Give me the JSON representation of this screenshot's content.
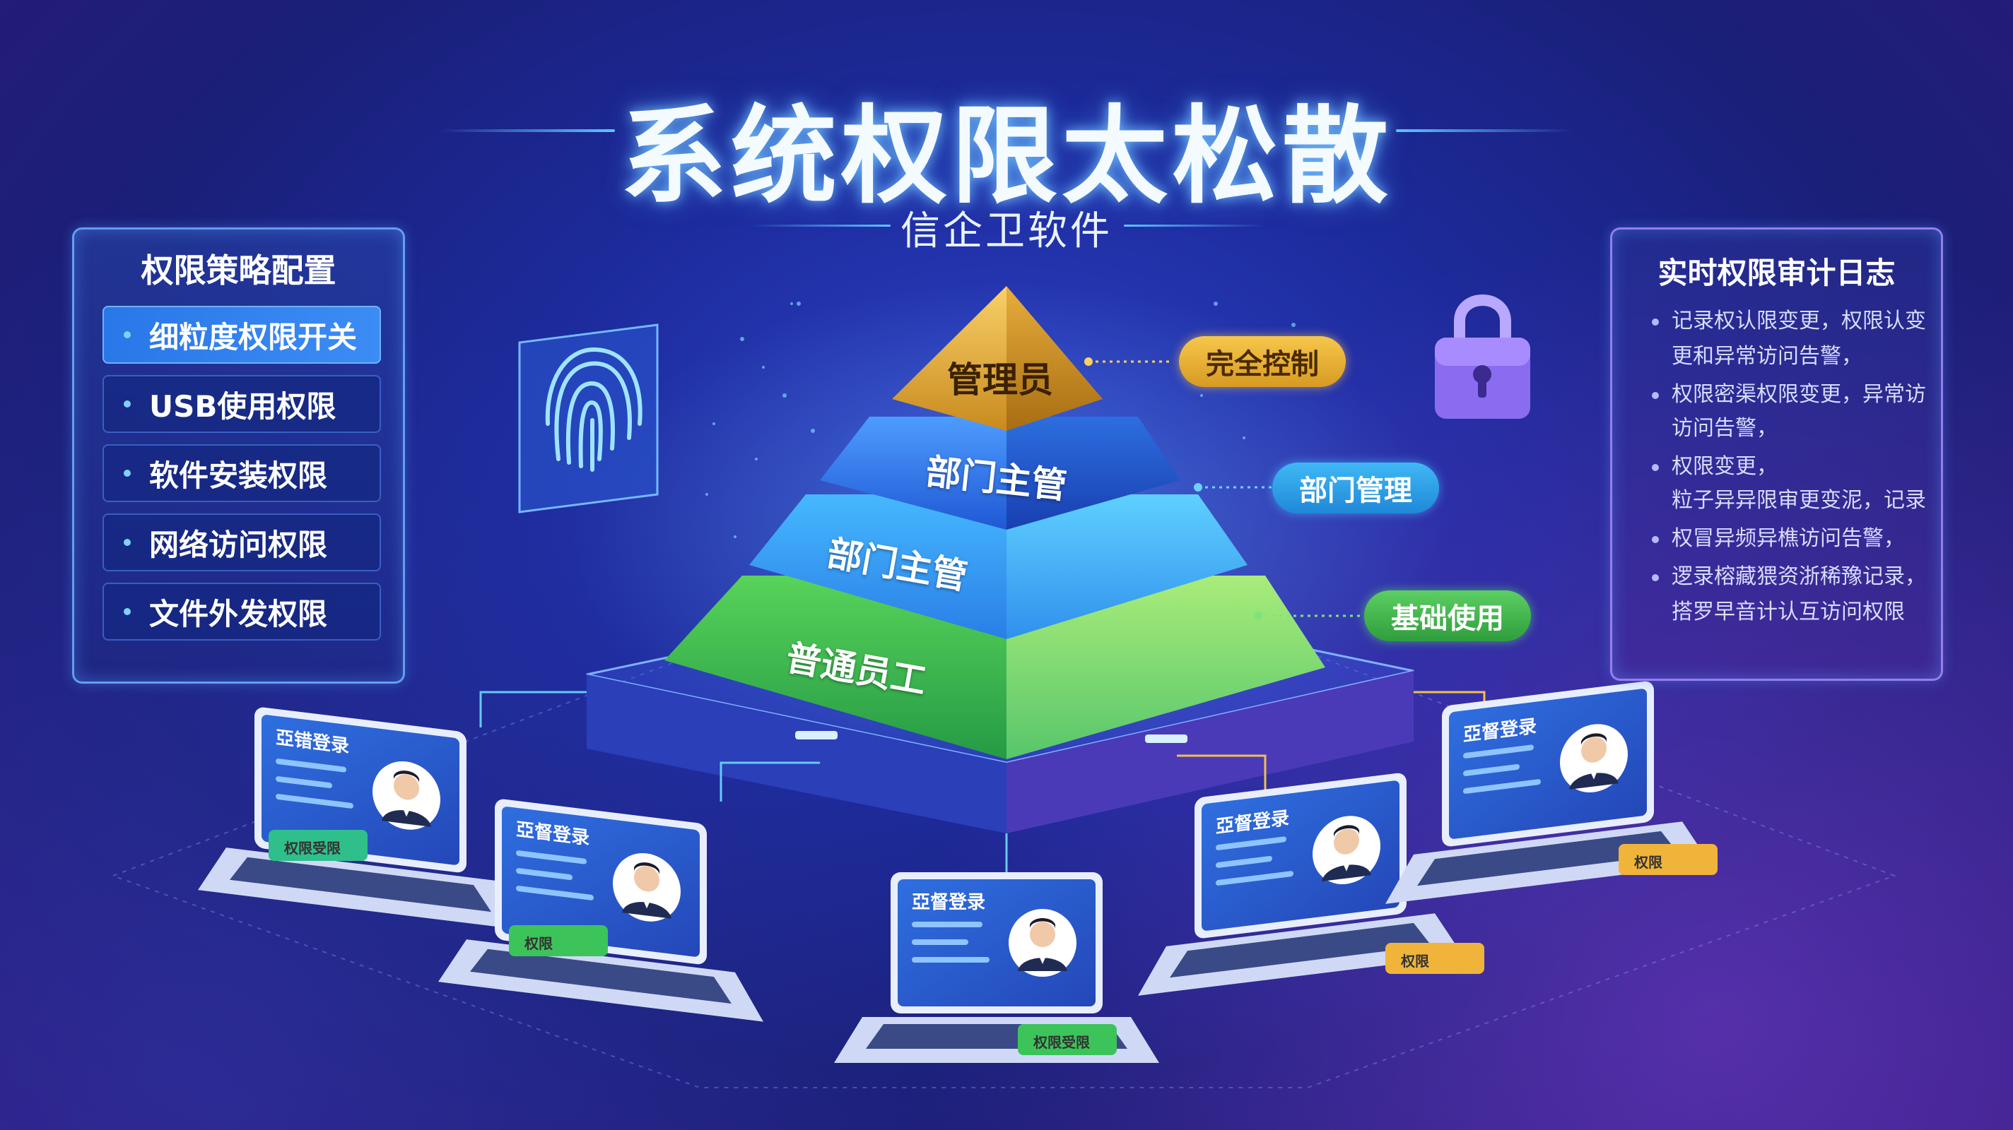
{
  "title": "系统权限太松散",
  "subtitle": "信企卫软件",
  "left_panel": {
    "title": "权限策略配置",
    "items": [
      {
        "label": "细粒度权限开关",
        "active": true
      },
      {
        "label": "USB使用权限",
        "active": false
      },
      {
        "label": "软件安装权限",
        "active": false
      },
      {
        "label": "网络访问权限",
        "active": false
      },
      {
        "label": "文件外发权限",
        "active": false
      }
    ]
  },
  "right_panel": {
    "title": "实时权限审计日志",
    "lines": [
      {
        "text": "记录权认限变更，权限认变",
        "bullet": true
      },
      {
        "text": "更和异常访问告警，",
        "bullet": false
      },
      {
        "text": "权限密渠权限变更，异常访",
        "bullet": true
      },
      {
        "text": "访问告警，",
        "bullet": false
      },
      {
        "text": "权限变更，",
        "bullet": true
      },
      {
        "text": "粒子异异限审更变泥，记录",
        "bullet": false
      },
      {
        "text": "权冒异频异樵访问告警，",
        "bullet": true
      },
      {
        "text": "逻录榕藏猥资浙稀豫记录，",
        "bullet": true
      },
      {
        "text": "搭罗早音计认互访问权限",
        "bullet": false
      }
    ]
  },
  "pyramid": {
    "tiers": [
      "管理员",
      "部门主管",
      "部门主管",
      "普通员工"
    ],
    "tags": [
      {
        "label": "完全控制",
        "style": "gold"
      },
      {
        "label": "部门管理",
        "style": "cyan"
      },
      {
        "label": "基础使用",
        "style": "green"
      }
    ]
  },
  "laptops": [
    {
      "screen_title": "亞错登录",
      "tag": "权限受限",
      "tag_color": "#2fbf8a"
    },
    {
      "screen_title": "亞督登录",
      "tag": "权限",
      "tag_color": "#3cc45a"
    },
    {
      "screen_title": "亞督登录",
      "tag": "权限受限",
      "tag_color": "#3cc45a"
    },
    {
      "screen_title": "亞督登录",
      "tag": "权限",
      "tag_color": "#f0b43a"
    },
    {
      "screen_title": "亞督登录",
      "tag": "权限",
      "tag_color": "#f0b43a"
    }
  ],
  "colors": {
    "accent_cyan": "#5cc8ff",
    "gold": "#e9b13a",
    "green": "#52c75a",
    "violet": "#8f6cf0"
  },
  "icons": [
    "fingerprint-icon",
    "padlock-icon",
    "user-avatar-icon"
  ]
}
